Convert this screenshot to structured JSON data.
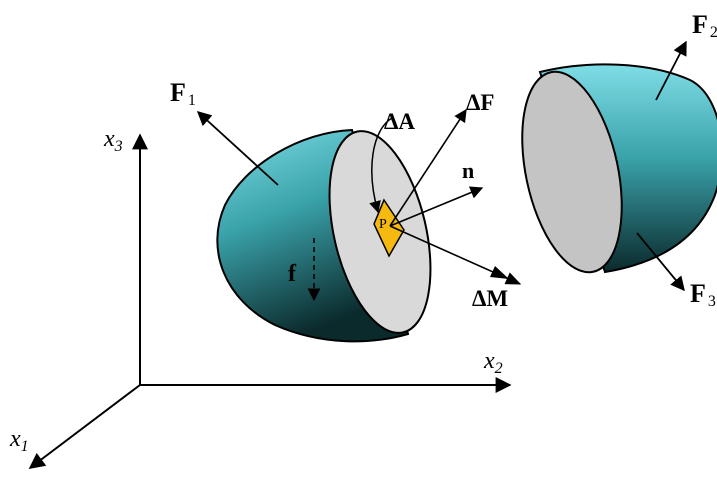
{
  "labels": {
    "f1_main": "F",
    "f1_sub": "1",
    "f2_main": "F",
    "f2_sub": "2",
    "f3_main": "F",
    "f3_sub": "3",
    "delta_a": "ΔA",
    "delta_f": "ΔF",
    "delta_m": "ΔM",
    "normal": "n",
    "point": "P",
    "body_force": "f",
    "axis_x1_main": "x",
    "axis_x1_sub": "1",
    "axis_x2_main": "x",
    "axis_x2_sub": "2",
    "axis_x3_main": "x",
    "axis_x3_sub": "3"
  },
  "colors": {
    "body_top": "#7fdde6",
    "body_mid": "#3aa2aa",
    "body_dark": "#0b2a2c",
    "cut_face": "#d9d9d9",
    "cut_face_right": "#c4c4c4",
    "element": "#f5b90f",
    "stroke": "#000000"
  }
}
